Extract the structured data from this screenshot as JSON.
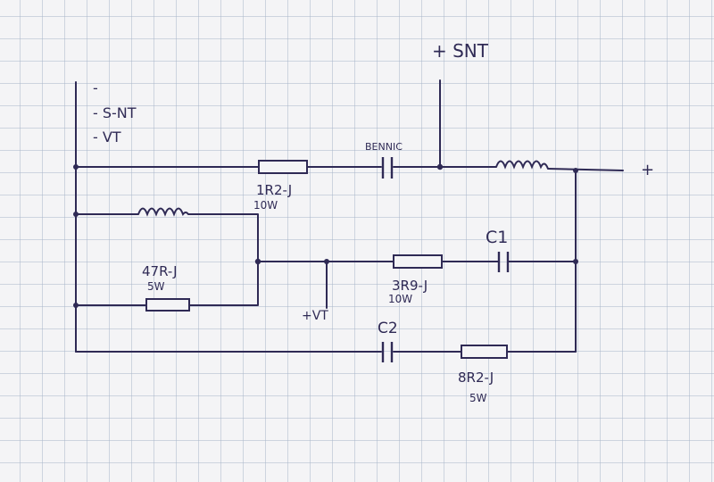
{
  "colors": {
    "paper": "#f4f4f6",
    "grid": "#a6b4c8",
    "ink": "#2f2a55"
  },
  "legend": {
    "ground_mark": "-",
    "s_nt": "- S-NT",
    "vt": "- VT"
  },
  "terminals": {
    "snt_plus": "+ SNT",
    "vt_plus": "+VT",
    "output_plus": "+"
  },
  "components": {
    "r1": {
      "value": "1R2-J",
      "power": "10W"
    },
    "bennic": {
      "label": "BENNIC"
    },
    "c1": {
      "label": "C1"
    },
    "r2": {
      "value": "3R9-J",
      "power": "10W"
    },
    "r3": {
      "value": "47R-J",
      "power": "5W"
    },
    "c2": {
      "label": "C2"
    },
    "r4": {
      "value": "8R2-J",
      "power": "5W"
    }
  }
}
